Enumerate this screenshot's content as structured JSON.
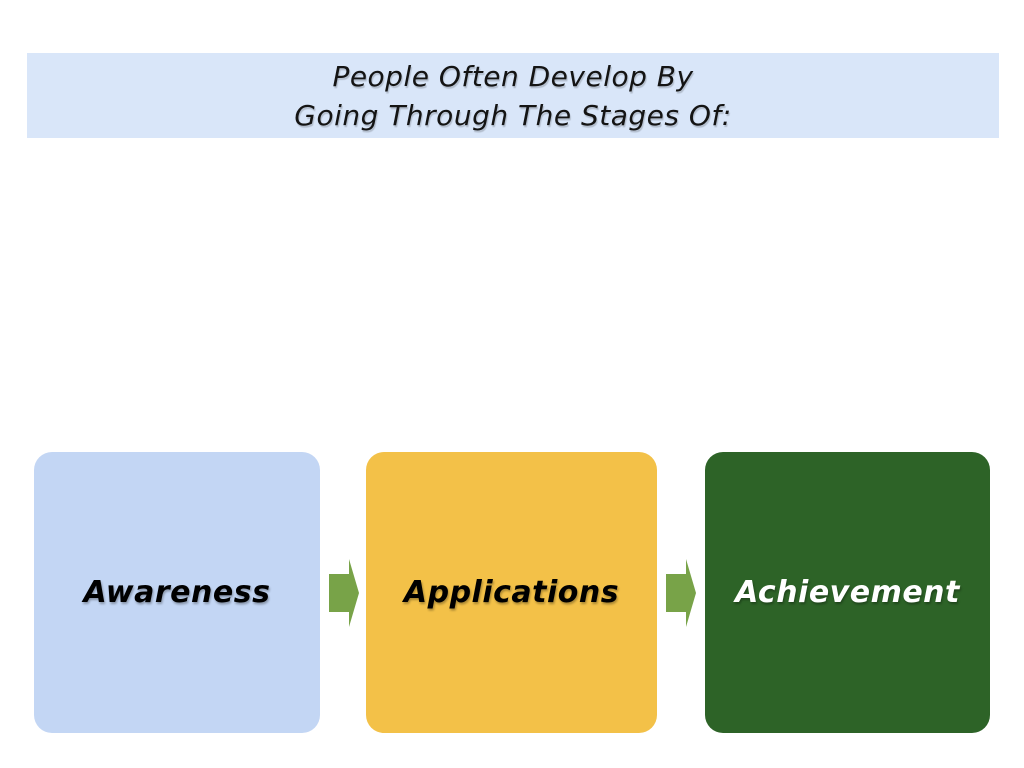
{
  "slide": {
    "background_color": "#ffffff",
    "title_banner": {
      "lines": [
        "People Often Develop By",
        "Going Through The Stages Of:"
      ],
      "background_color": "#d9e6f9",
      "text_color": "#141414"
    },
    "stages": [
      {
        "label": "Awareness",
        "background_color": "#c3d6f4",
        "text_color": "#000000"
      },
      {
        "label": "Applications",
        "background_color": "#f3c148",
        "text_color": "#000000"
      },
      {
        "label": "Achievement",
        "background_color": "#2d6327",
        "text_color": "#ffffff"
      }
    ],
    "arrows": {
      "color": "#78a348",
      "direction": "right"
    }
  }
}
